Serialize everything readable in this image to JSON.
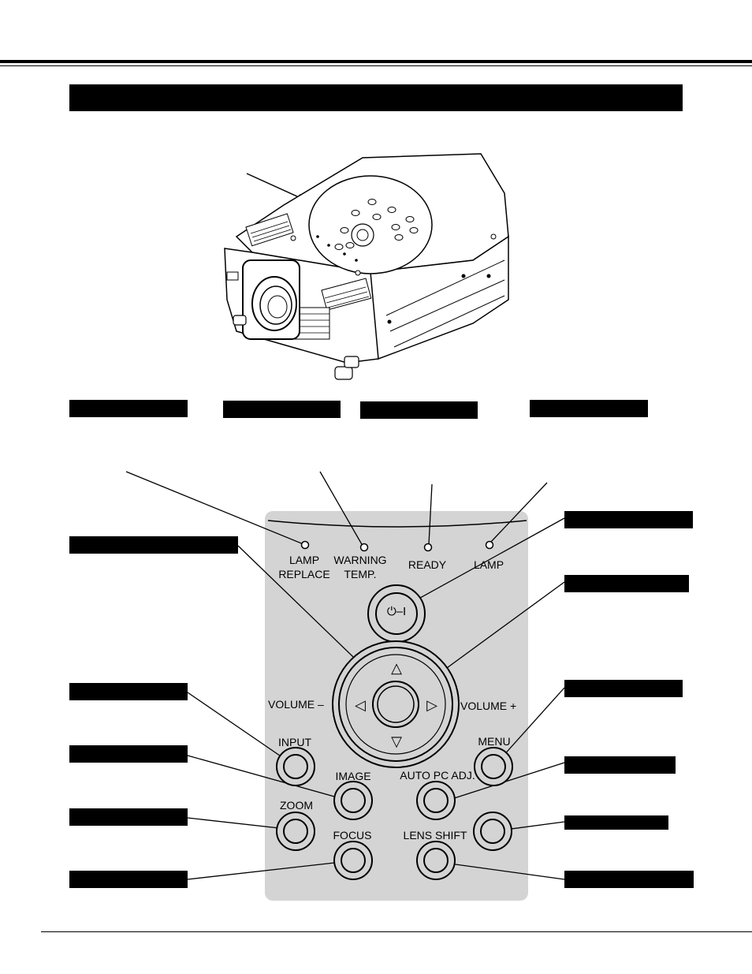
{
  "panel": {
    "indicators": {
      "lamp_replace_line1": "LAMP",
      "lamp_replace_line2": "REPLACE",
      "warning_line1": "WARNING",
      "warning_line2": "TEMP.",
      "ready": "READY",
      "lamp": "LAMP"
    },
    "labels": {
      "volume_minus": "VOLUME –",
      "volume_plus": "VOLUME +",
      "input": "INPUT",
      "menu": "MENU",
      "image": "IMAGE",
      "auto_pc_adj": "AUTO PC ADJ.",
      "zoom": "ZOOM",
      "focus": "FOCUS",
      "lens_shift": "LENS SHIFT"
    },
    "power_symbol": "⏻–I",
    "arrows": {
      "up": "△",
      "down": "▽",
      "left": "◁",
      "right": "▷"
    }
  },
  "icons": [
    "projector-illustration",
    "power-icon",
    "arrow-up-icon",
    "arrow-down-icon",
    "arrow-left-icon",
    "arrow-right-icon",
    "indicator-led-icon"
  ],
  "colors": {
    "panel_gray": "#d4d4d4",
    "ink": "#000000",
    "page": "#ffffff"
  }
}
